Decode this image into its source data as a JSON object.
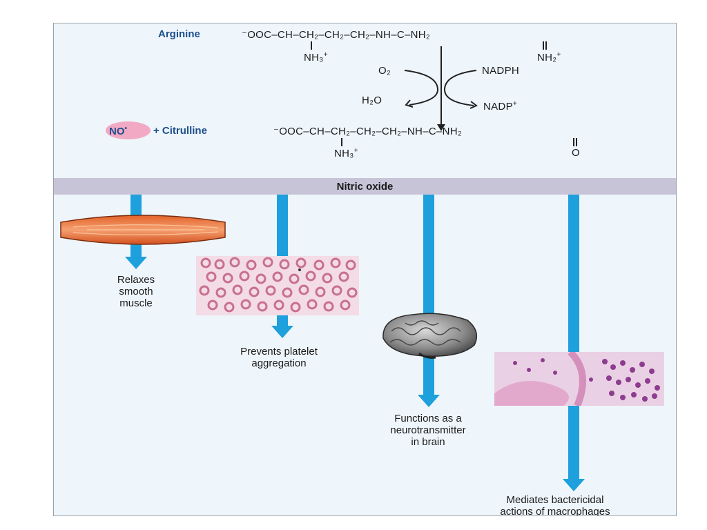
{
  "reaction": {
    "arginine_label": "Arginine",
    "arginine_chain": "⁻OOC–CH–CH₂–CH₂–CH₂–NH–C–NH₂",
    "arginine_amine": "NH₃",
    "arginine_amine_charge": "+",
    "arginine_imine": "NH₂",
    "arginine_imine_charge": "+",
    "o2": "O₂",
    "h2o": "H₂O",
    "nadph": "NADPH",
    "nadp": "NADP",
    "nadp_charge": "+",
    "no_label": "NO",
    "no_radical": "•",
    "plus_citrulline": "+ Citrulline",
    "citrulline_chain": "⁻OOC–CH–CH₂–CH₂–CH₂–NH–C–NH₂",
    "citrulline_amine": "NH₃",
    "citrulline_amine_charge": "+",
    "citrulline_oxo": "O"
  },
  "band_label": "Nitric oxide",
  "effects": [
    {
      "line1": "Relaxes",
      "line2": "smooth",
      "line3": "muscle",
      "icon": "smooth-muscle-icon"
    },
    {
      "line1": "Prevents platelet",
      "line2": "aggregation",
      "icon": "blood-cells-image"
    },
    {
      "line1": "Functions as a",
      "line2": "neurotransmitter",
      "line3": "in brain",
      "icon": "brain-icon"
    },
    {
      "line1": "Mediates bactericidal",
      "line2": "actions of macrophages",
      "icon": "macrophage-tissue-image"
    }
  ],
  "colors": {
    "arrow": "#1ea0dc",
    "band": "#c8c4d8",
    "label_blue": "#1d4f8c",
    "no_highlight": "#f2a9c3",
    "panel": "#eef5fb"
  }
}
